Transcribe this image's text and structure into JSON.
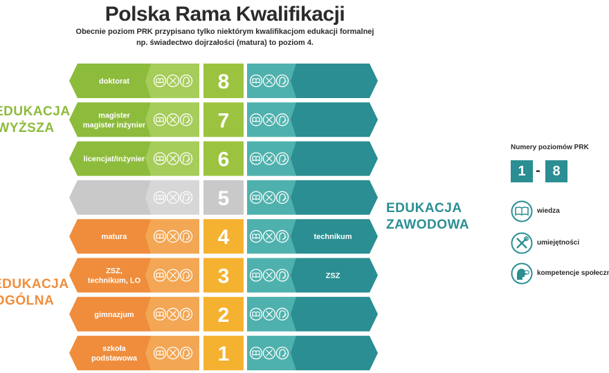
{
  "title": "Polska Rama Kwalifikacji",
  "subtitle_line1": "Obecnie poziom PRK przypisano tylko niektórym kwalifikacjom edukacji formalnej",
  "subtitle_line2": "np. świadectwo dojrzałości (matura) to poziom 4.",
  "group_labels": {
    "higher": "EDUKACJA\nWYŻSZA",
    "general": "EDUKACJA\nOGÓLNA",
    "vocational": "EDUKACJA\nZAWODOWA"
  },
  "levels": [
    {
      "number": "8",
      "left_lines": [
        "doktorat"
      ],
      "right_lines": [],
      "group": "higher"
    },
    {
      "number": "7",
      "left_lines": [
        "magister",
        "magister inżynier"
      ],
      "right_lines": [],
      "group": "higher"
    },
    {
      "number": "6",
      "left_lines": [
        "licencjat/inżynier"
      ],
      "right_lines": [],
      "group": "higher"
    },
    {
      "number": "5",
      "left_lines": [],
      "right_lines": [],
      "group": "none"
    },
    {
      "number": "4",
      "left_lines": [
        "matura"
      ],
      "right_lines": [
        "technikum"
      ],
      "group": "general"
    },
    {
      "number": "3",
      "left_lines": [
        "ZSZ,",
        "technikum, LO"
      ],
      "right_lines": [
        "ZSZ"
      ],
      "group": "general"
    },
    {
      "number": "2",
      "left_lines": [
        "gimnazjum"
      ],
      "right_lines": [],
      "group": "general"
    },
    {
      "number": "1",
      "left_lines": [
        "szkoła",
        "podstawowa"
      ],
      "right_lines": [],
      "group": "general"
    }
  ],
  "colors": {
    "higher": "#8dbb3c",
    "higher_light": "#a6cc5a",
    "higher_num": "#9cc33f",
    "general": "#ef8d3c",
    "general_light": "#f3a653",
    "general_num": "#f5b230",
    "none": "#c9c9c9",
    "none_light": "#d7d7d7",
    "none_num": "#c9c9c9",
    "teal": "#2a8e92",
    "teal_light": "#4fb1ad",
    "teal_num": "#1e8b8f",
    "icon_outline": "#ffffff"
  },
  "legend": {
    "title": "Numery poziomów PRK",
    "range_from": "1",
    "range_separator": "-",
    "range_to": "8",
    "items": [
      {
        "icon": "book-icon",
        "label": "wiedza"
      },
      {
        "icon": "tools-icon",
        "label": "umiejętności"
      },
      {
        "icon": "head-icon",
        "label": "kompetencje społeczne"
      }
    ]
  }
}
